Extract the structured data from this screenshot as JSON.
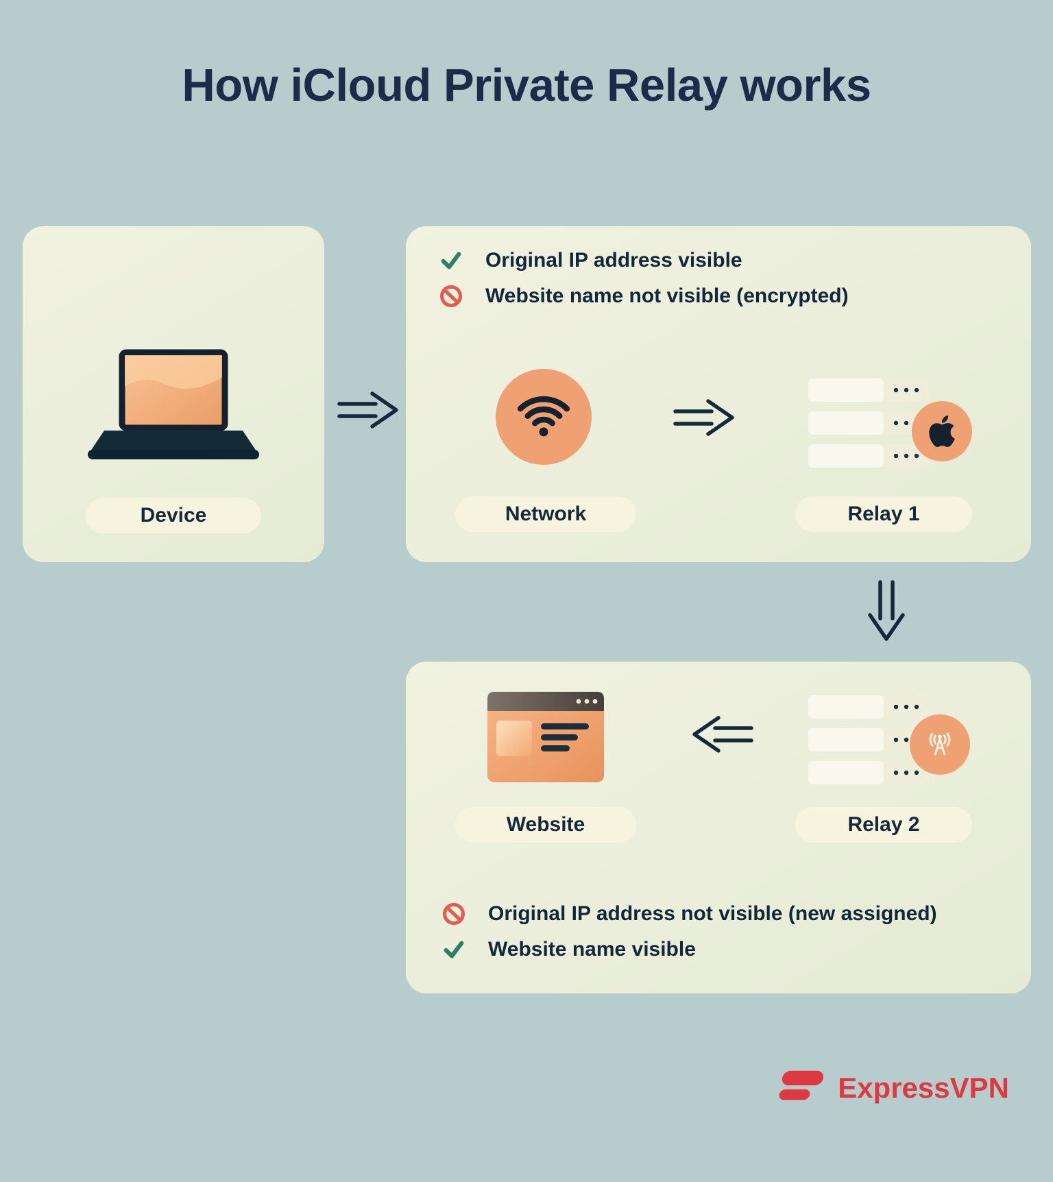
{
  "page": {
    "title": "How iCloud Private Relay works"
  },
  "palette": {
    "background": "#b6cccd",
    "card": "#edefdb",
    "pill": "#f6f4df",
    "accent_orange": "#f0a173",
    "navy": "#14293b",
    "check_green": "#2e8065",
    "blocked_red": "#e15b4e",
    "brand_red": "#dc3a40"
  },
  "nodes": {
    "device": {
      "label": "Device",
      "icon": "laptop-icon"
    },
    "network": {
      "label": "Network",
      "icon": "wifi-icon"
    },
    "relay1": {
      "label": "Relay 1",
      "icon": "server-rack-icon",
      "badge": "apple-badge-icon"
    },
    "website": {
      "label": "Website",
      "icon": "browser-window-icon"
    },
    "relay2": {
      "label": "Relay 2",
      "icon": "server-rack-icon",
      "badge": "antenna-badge-icon"
    }
  },
  "top_card": {
    "bullets": [
      {
        "icon": "check-icon",
        "text": "Original IP address visible"
      },
      {
        "icon": "blocked-icon",
        "text": "Website name not visible (encrypted)"
      }
    ]
  },
  "bottom_card": {
    "bullets": [
      {
        "icon": "blocked-icon",
        "text": "Original IP address not visible (new assigned)"
      },
      {
        "icon": "check-icon",
        "text": "Website name visible"
      }
    ]
  },
  "footer": {
    "brand": "ExpressVPN"
  }
}
